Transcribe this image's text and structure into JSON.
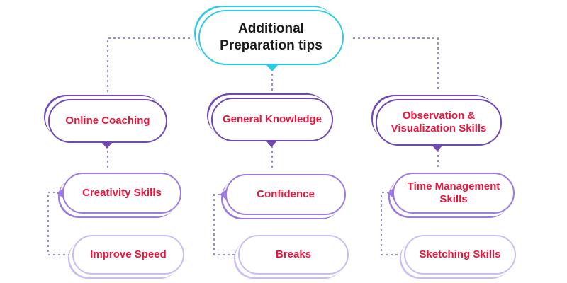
{
  "title": {
    "line1": "Additional",
    "line2": "Preparation tips"
  },
  "columns": [
    {
      "category": "Online Coaching",
      "items": [
        "Creativity Skills",
        "Improve Speed"
      ]
    },
    {
      "category": "General Knowledge",
      "items": [
        "Confidence",
        "Breaks"
      ]
    },
    {
      "category": {
        "line1": "Observation &",
        "line2": "Visualization Skills"
      },
      "items": [
        {
          "line1": "Time Management",
          "line2": "Skills"
        },
        "Sketching Skills"
      ]
    }
  ],
  "colors": {
    "root_border": "#2ec9e4",
    "category_border": "#7047b3",
    "item_border": "#9d7ae0",
    "item_border_light": "#cbbdf2",
    "label_text": "#e8153c",
    "connector": "#9a8fc7"
  }
}
